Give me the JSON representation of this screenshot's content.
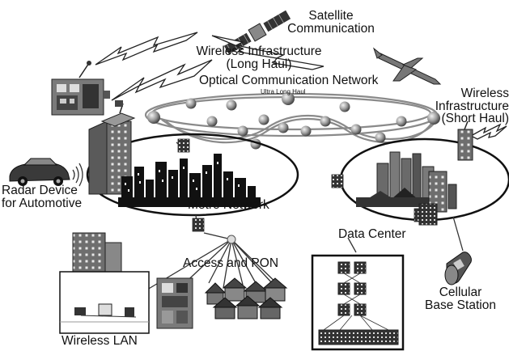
{
  "labels": {
    "satellite": [
      "Satellite",
      "Communication"
    ],
    "wireless_long": [
      "Wireless Infrastructure",
      "(Long Haul)"
    ],
    "optical": "Optical Communication Network",
    "ultra": "Ultra Long Haul",
    "wireless_short": [
      "Wireless",
      "Infrastructure",
      "(Short Haul)"
    ],
    "radar": [
      "Radar Device",
      "for Automotive"
    ],
    "metro": "Metro Network",
    "data_center": "Data Center",
    "access_pon": "Access and PON",
    "cellular": [
      "Cellular",
      "Base Station"
    ],
    "wireless_lan": "Wireless LAN"
  },
  "colors": {
    "ring": "#111111",
    "cable": "#8a8a8a",
    "node": "#9a9a9a",
    "building": "#6e6e6e",
    "window": "#e8e8e8",
    "lightning": "#ffffff"
  }
}
